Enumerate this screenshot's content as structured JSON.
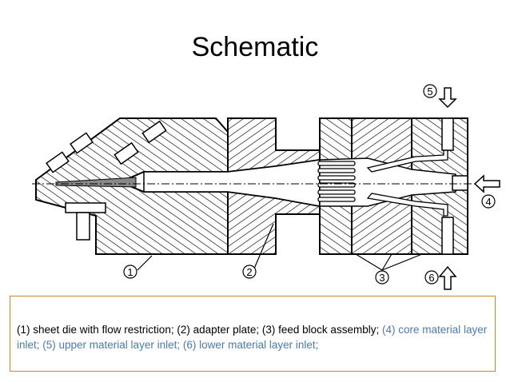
{
  "slide": {
    "title": "Schematic"
  },
  "labels": {
    "one": "1",
    "two": "2",
    "three": "3",
    "four": "4",
    "five": "5",
    "six": "6"
  },
  "caption": {
    "part_black": "(1) sheet die with flow restriction; (2) adapter plate; (3) feed block assembly;",
    "part_blue": "(4) core material layer inlet; (5) upper material layer inlet; (6) lower material layer inlet;"
  },
  "colors": {
    "caption_border": "#c8872a",
    "caption_blue": "#4a7ab5"
  }
}
